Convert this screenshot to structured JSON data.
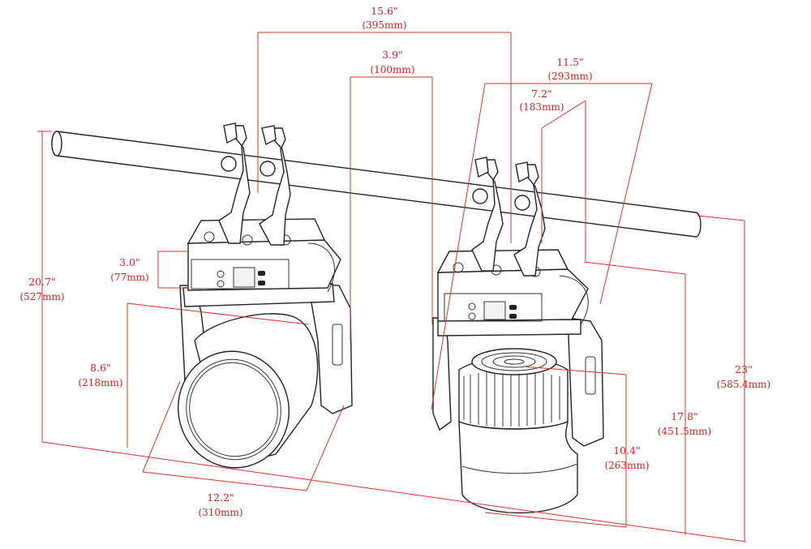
{
  "dimensions": [
    {
      "id": "overall-width",
      "inches": "15.6\"",
      "mm": "(395mm)"
    },
    {
      "id": "clamp-spacing",
      "inches": "3.9\"",
      "mm": "(100mm)"
    },
    {
      "id": "depth",
      "inches": "11.5\"",
      "mm": "(293mm)"
    },
    {
      "id": "base-depth",
      "inches": "7.2\"",
      "mm": "(183mm)"
    },
    {
      "id": "base-height",
      "inches": "3.0\"",
      "mm": "(77mm)"
    },
    {
      "id": "total-height-left",
      "inches": "20.7\"",
      "mm": "(527mm)"
    },
    {
      "id": "head-height",
      "inches": "8.6\"",
      "mm": "(218mm)"
    },
    {
      "id": "head-width",
      "inches": "12.2\"",
      "mm": "(310mm)"
    },
    {
      "id": "total-height-right",
      "inches": "23\"",
      "mm": "(585.4mm)"
    },
    {
      "id": "yoke-height",
      "inches": "17.8\"",
      "mm": "(451.5mm)"
    },
    {
      "id": "head-length",
      "inches": "10.4\"",
      "mm": "(263mm)"
    }
  ],
  "colors": {
    "dimension": "#e0302a",
    "outline": "#222222"
  }
}
